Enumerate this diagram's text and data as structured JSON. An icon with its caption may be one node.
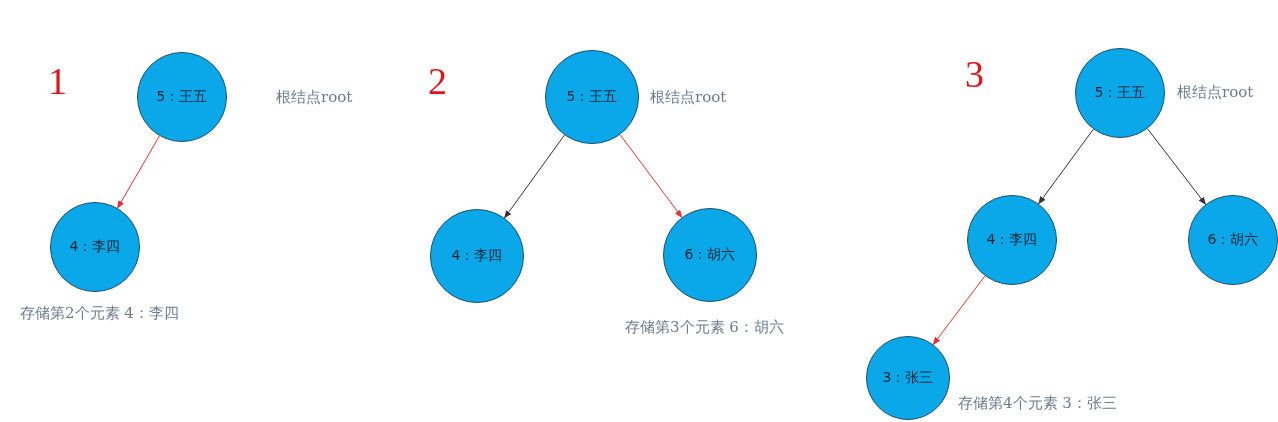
{
  "diagram": {
    "nodes": [
      {
        "text": [
          "5：王五"
        ],
        "beside": [
          "根结点root"
        ]
      },
      {
        "text": [
          "4：李四"
        ],
        "beside": [
          "存储第2个元素 4：李四"
        ]
      },
      {
        "text": [
          "5：王五"
        ],
        "beside": [
          "根结点root"
        ]
      },
      {
        "text": [
          "4：李四"
        ]
      },
      {
        "text": [
          "6：胡六"
        ],
        "beside": [
          "存储第3个元素 6：胡六"
        ]
      },
      {
        "text": [
          "5：王五"
        ],
        "beside": [
          "根结点root"
        ]
      },
      {
        "text": [
          "4：李四"
        ]
      },
      {
        "text": [
          "6：胡六"
        ]
      },
      {
        "text": [
          "3：张三"
        ],
        "beside": [
          "存储第4个元素 3：张三"
        ]
      }
    ],
    "edges": [
      {
        "from": 0,
        "to": 1,
        "arrow": "to",
        "color": "#e0303a"
      },
      {
        "from": 2,
        "to": 3,
        "arrow": "to",
        "color": "#333333"
      },
      {
        "from": 2,
        "to": 4,
        "arrow": "to",
        "color": "#e0303a"
      },
      {
        "from": 5,
        "to": 6,
        "arrow": "to",
        "color": "#333333"
      },
      {
        "from": 5,
        "to": 7,
        "arrow": "to",
        "color": "#333333"
      },
      {
        "from": 6,
        "to": 8,
        "arrow": "to",
        "color": "#e0303a"
      }
    ],
    "labels": [
      "1",
      "2",
      "3"
    ]
  }
}
